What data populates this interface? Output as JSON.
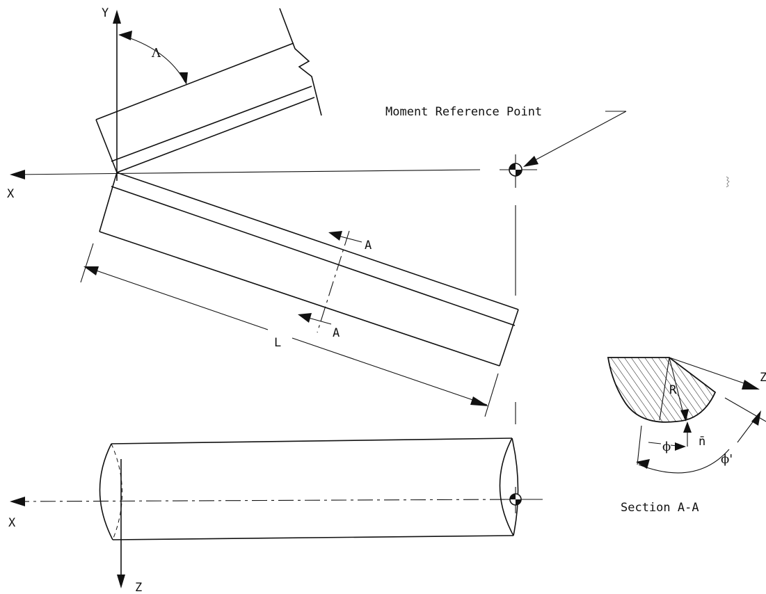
{
  "labels": {
    "axis_y": "Y",
    "axis_x_top": "X",
    "axis_x_bottom": "X",
    "axis_z": "Z",
    "sweep_angle": "Λ",
    "moment_reference_point": "Moment Reference Point",
    "section_mark_upper": "A",
    "section_mark_lower": "A",
    "length": "L",
    "radius": "R",
    "normal": "n̄",
    "phi": "ϕ",
    "phi_prime": "ϕ'",
    "section_axis_z": "Z",
    "section_title": "Section A-A"
  }
}
